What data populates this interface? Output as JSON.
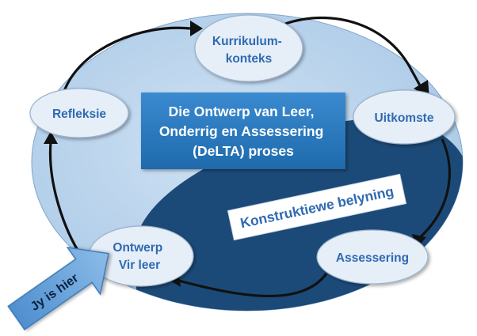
{
  "diagram": {
    "center_title_lines": [
      "Die Ontwerp van Leer,",
      "Onderrig en Assessering",
      "(DeLTA) proses"
    ],
    "alignment_label": "Konstruktiewe belyning",
    "you_are_here": "Jy is hier",
    "nodes": [
      {
        "id": "kurrikulum",
        "lines": [
          "Kurrikulum-",
          "konteks"
        ]
      },
      {
        "id": "uitkomste",
        "lines": [
          "Uitkomste"
        ]
      },
      {
        "id": "assessering",
        "lines": [
          "Assessering"
        ]
      },
      {
        "id": "ontwerp",
        "lines": [
          "Ontwerp",
          "Vir leer"
        ]
      },
      {
        "id": "refleksie",
        "lines": [
          "Refleksie"
        ]
      }
    ],
    "colors": {
      "outer_fill": "#b9d4ec",
      "dark_fill": "#1c4a78",
      "center_box": "#2e7cc0",
      "node_fill": "#e6eef8",
      "node_text": "#2f6ab2",
      "label_text": "#2f6ab2",
      "arrow": "#111111",
      "pointer_arrow": "#5b9bd5"
    }
  }
}
